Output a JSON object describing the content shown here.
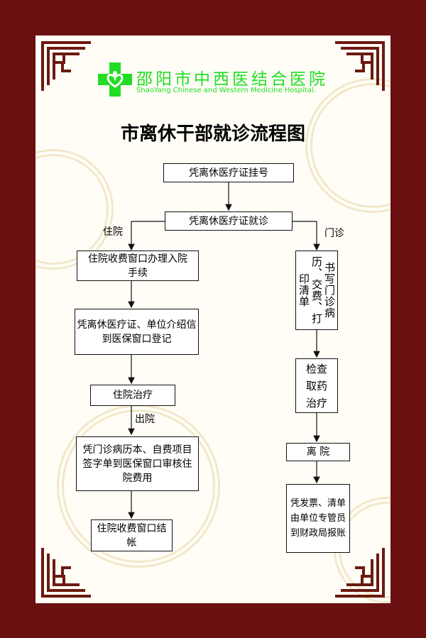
{
  "hospital": {
    "name_cn": "邵阳市中西医结合医院",
    "name_en": "ShaoYang Chinese and Western Medicine Hospital."
  },
  "title": "市离休干部就诊流程图",
  "steps": {
    "register": "凭离休医疗证挂号",
    "visit": "凭离休医疗证就诊",
    "label_inpatient": "住院",
    "label_outpatient": "门诊",
    "inpatient_1": "住院收费窗口办理入院手续",
    "inpatient_2": "凭离休医疗证、单位介绍信到医保窗口登记",
    "inpatient_3": "住院治疗",
    "label_discharge": "出院",
    "inpatient_4": "凭门诊病历本、自费项目签字单到医保窗口审核住院费用",
    "inpatient_5": "住院收费窗口结帐",
    "outpatient_1": "书写门诊病历、交费、打印清单",
    "outpatient_2": "检查取药治疗",
    "outpatient_3": "离 院",
    "outpatient_4": "凭发票、清单由单位专管员到财政局报账"
  },
  "colors": {
    "brand": "#22dd22",
    "frame": "#6b1010"
  }
}
